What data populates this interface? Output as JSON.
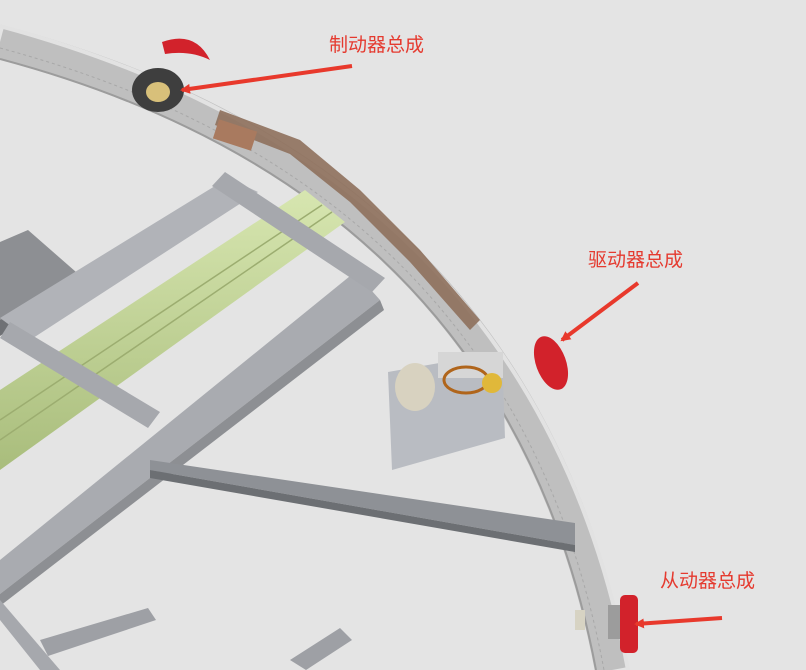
{
  "colors": {
    "background": "#e4e4e4",
    "callout_text": "#e53a2f",
    "arrow": "#e8392c",
    "wheel": "#d2222b",
    "ring": "#c4c4c4",
    "frame": "#b3b4b8",
    "green_beam": "#c4d59c",
    "copper": "#8b6d5a"
  },
  "callouts": {
    "brake": "制动器总成",
    "drive": "驱动器总成",
    "driven": "从动器总成"
  }
}
